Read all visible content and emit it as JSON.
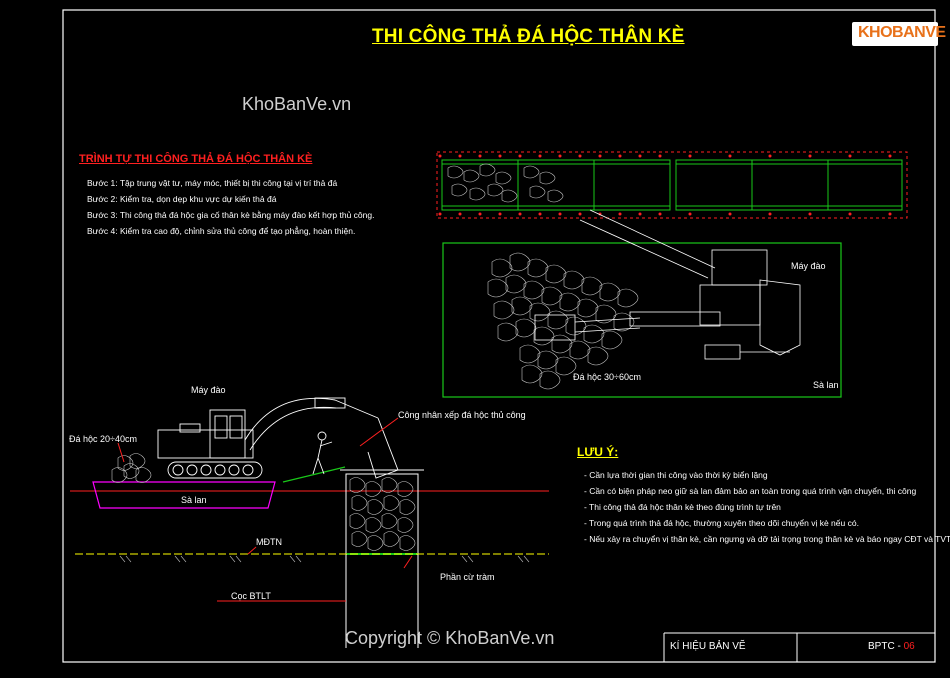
{
  "title": "THI CÔNG THẢ ĐÁ HỘC THÂN KÈ",
  "watermark_top": "KhoBanVe.vn",
  "watermark_bottom": "Copyright © KhoBanVe.vn",
  "logo": {
    "text": "KHOBANVE"
  },
  "procedure": {
    "heading": "TRÌNH TỰ THI CÔNG THẢ ĐÁ HỘC THÂN KÈ",
    "steps": [
      "Bước 1: Tập trung vật tư, máy móc, thiết bị thi công tại vị trí thả đá",
      "Bước 2: Kiểm tra, dọn dẹp khu vực dự kiến thả đá",
      "Bước 3: Thi công thả đá hộc gia cố thân kè bằng máy đào kết hợp thủ công.",
      "Bước 4: Kiểm tra cao độ, chỉnh sửa thủ công để tạo phẳng, hoàn thiện."
    ]
  },
  "plan_labels": {
    "excavator": "Máy đào",
    "rock": "Đá hộc 30÷60cm",
    "barge": "Sà lan"
  },
  "section_labels": {
    "excavator": "Máy đào",
    "worker": "Công nhân xếp đá hộc thủ công",
    "rock": "Đá hộc 20÷40cm",
    "barge": "Sà lan",
    "mdtn": "MĐTN",
    "piles_top": "Phần cừ tràm",
    "pile": "Cọc BTLT"
  },
  "notes": {
    "heading": "LƯU Ý:",
    "items": [
      "- Cần lựa thời gian thi công vào thời kỳ biển lặng",
      "- Cần có biện pháp neo giữ sà lan đảm bảo an toàn trong quá trình vận chuyển, thi công",
      "- Thi công thả đá hộc thân kè theo đúng trình tự trên",
      "- Trong quá trình thả đá hộc, thường xuyên theo dõi chuyển vị kè nếu có.",
      "- Nếu xảy ra chuyển vị thân kè, cần ngưng và dỡ tải trọng trong thân kè và báo ngay CĐT và TVTK."
    ]
  },
  "title_block": {
    "label": "KÍ HIỆU BẢN VẼ",
    "code_prefix": "BPTC - ",
    "code_num": "06"
  },
  "colors": {
    "yellow": "#ffff00",
    "green": "#19c819",
    "red": "#ff2020",
    "magenta": "#ff00ff"
  }
}
